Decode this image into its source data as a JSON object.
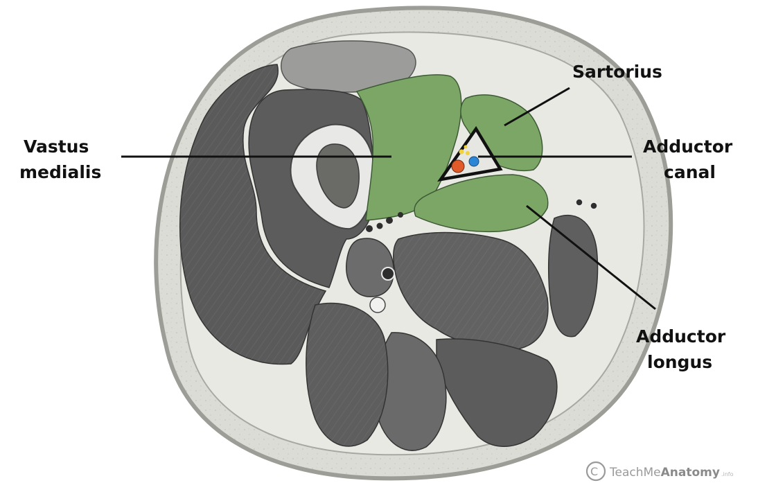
{
  "diagram": {
    "labels": {
      "vastus_medialis": [
        "Vastus",
        "medialis"
      ],
      "sartorius": [
        "Sartorius"
      ],
      "adductor_canal": [
        "Adductor",
        "canal"
      ],
      "adductor_longus": [
        "Adductor",
        "longus"
      ]
    },
    "credit": {
      "symbol": "C",
      "brand_light": "TeachMe",
      "brand_bold": "Anatomy",
      "suffix": ".info"
    },
    "colors": {
      "highlight_muscle": "#7ba666",
      "muscle": "#6e6e6e",
      "subcutaneous_fat": "#dcdcd6",
      "skin": "#b9b9b3",
      "artery": "#e05a2a",
      "vein": "#2b86d6",
      "nerve": "#f2d23c"
    }
  }
}
